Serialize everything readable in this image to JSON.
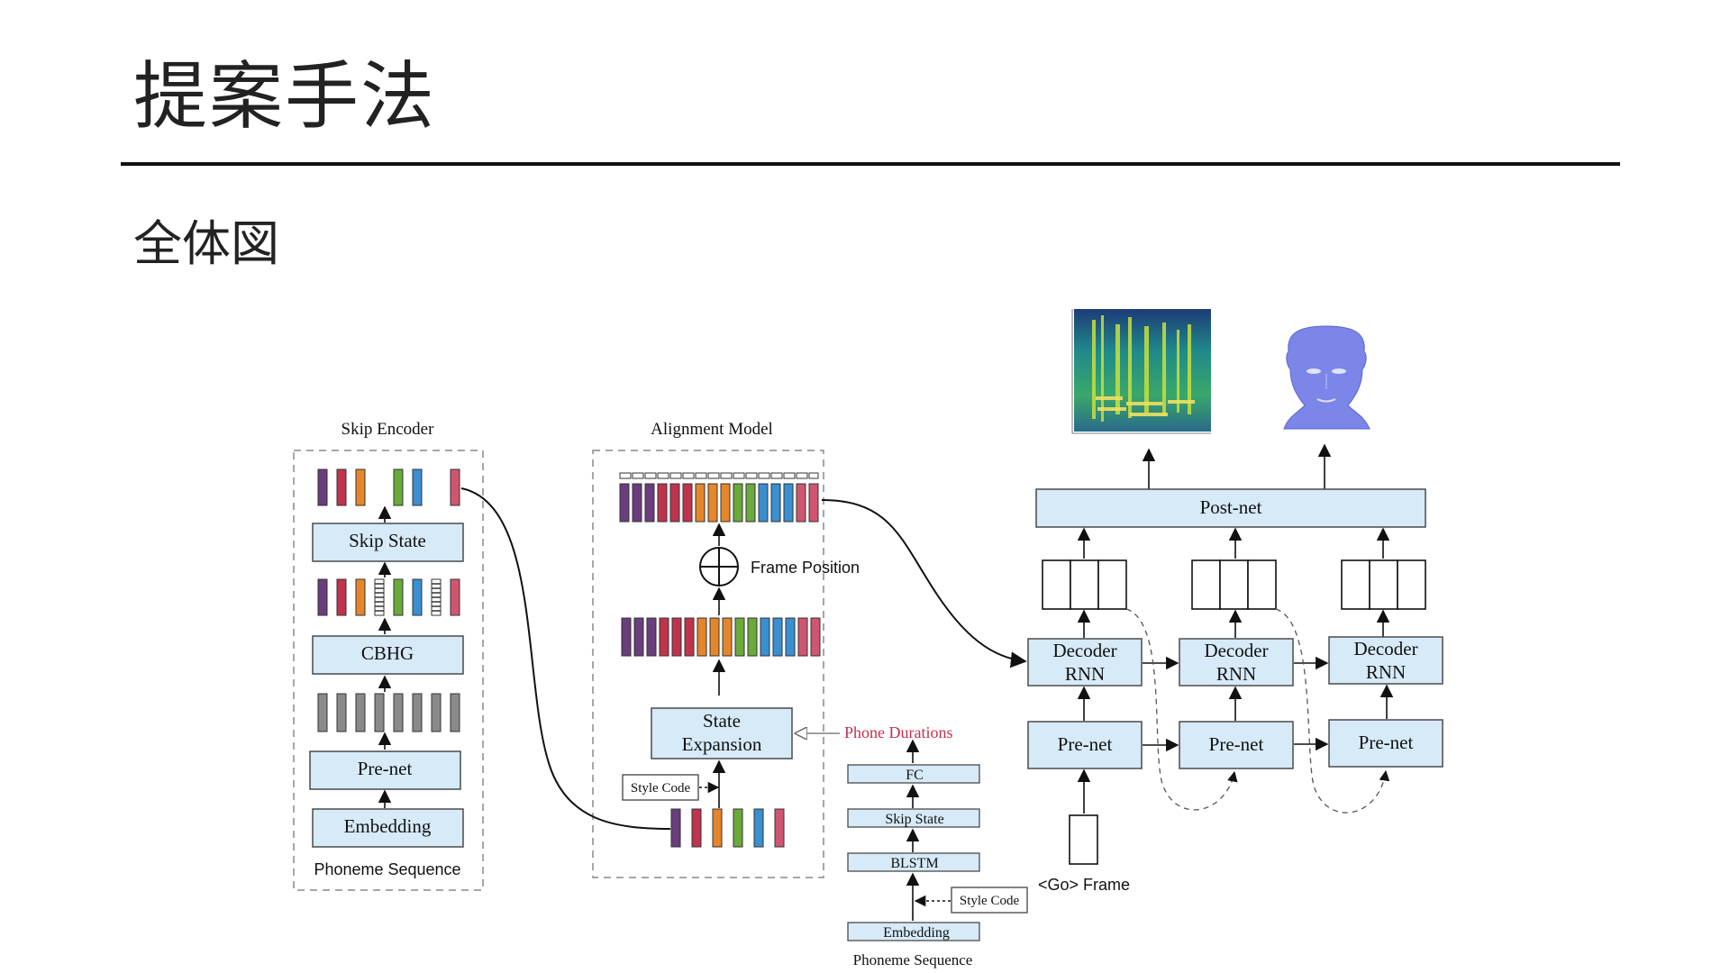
{
  "slide": {
    "title": "提案手法",
    "subtitle": "全体図"
  },
  "colors": {
    "block_fill": "#d6eaf8",
    "block_stroke": "#4a4a4a",
    "phone_durations": "#c0392b",
    "bar_palette": [
      "#6a3d7c",
      "#c0334d",
      "#e6862a",
      "#6aaa3a",
      "#3a8fd0",
      "#d05570"
    ]
  },
  "skip_encoder": {
    "title": "Skip Encoder",
    "skip_state": "Skip State",
    "cbhg": "CBHG",
    "prenet": "Pre-net",
    "embedding": "Embedding",
    "input": "Phoneme Sequence"
  },
  "alignment_model": {
    "title": "Alignment Model",
    "frame_position": "Frame Position",
    "state_expansion_line1": "State",
    "state_expansion_line2": "Expansion",
    "style_code": "Style Code",
    "phone_durations": "Phone Durations"
  },
  "duration_model": {
    "fc": "FC",
    "skip_state": "Skip State",
    "blstm": "BLSTM",
    "style_code": "Style Code",
    "embedding": "Embedding",
    "input": "Phoneme Sequence"
  },
  "decoder": {
    "postnet": "Post-net",
    "decoder_rnn_line1": "Decoder",
    "decoder_rnn_line2": "RNN",
    "prenet": "Pre-net",
    "go_frame": "<Go> Frame"
  }
}
